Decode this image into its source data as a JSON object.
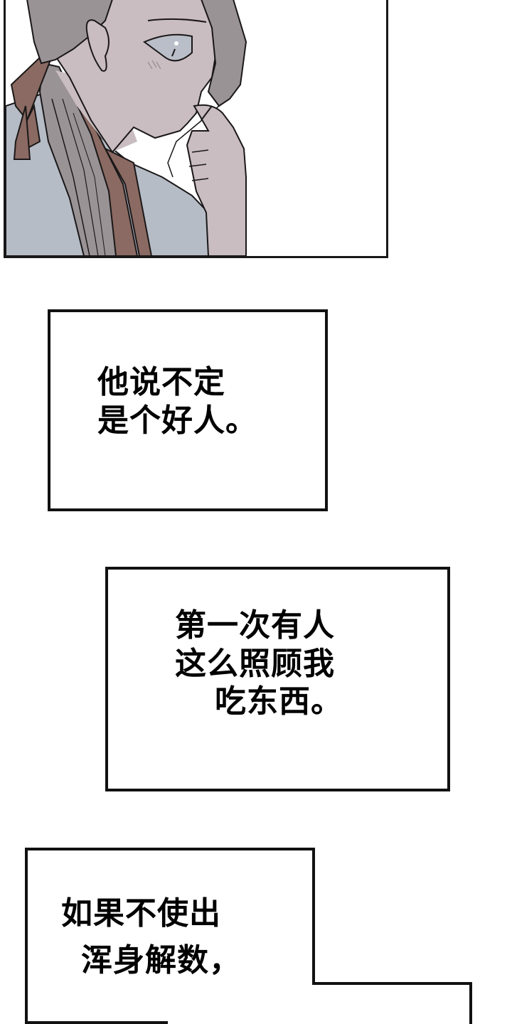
{
  "comic": {
    "panels": [
      {
        "id": "panel-art",
        "type": "illustration",
        "description": "Close-up profile of a person with gray hair tied in a ponytail with a brown ribbon, touching their lip with a finger, looking thoughtful",
        "colors": {
          "outline": "#1a1718",
          "skin": "#c9bdc1",
          "skin_shadow": "#ada2a8",
          "hair": "#9a9396",
          "hair_dark": "#857e82",
          "ribbon": "#8a6a62",
          "clothing": "#b6bcc6",
          "eye": "#b9bec8",
          "background": "#ffffff"
        }
      }
    ],
    "captions": [
      {
        "id": "caption-1",
        "lines": [
          "他说不定",
          "是个好人。"
        ]
      },
      {
        "id": "caption-2",
        "lines": [
          "第一次有人",
          "这么照顾我",
          "吃东西。"
        ]
      },
      {
        "id": "caption-3",
        "lines": [
          "如果不使出",
          "浑身解数，"
        ]
      }
    ]
  }
}
